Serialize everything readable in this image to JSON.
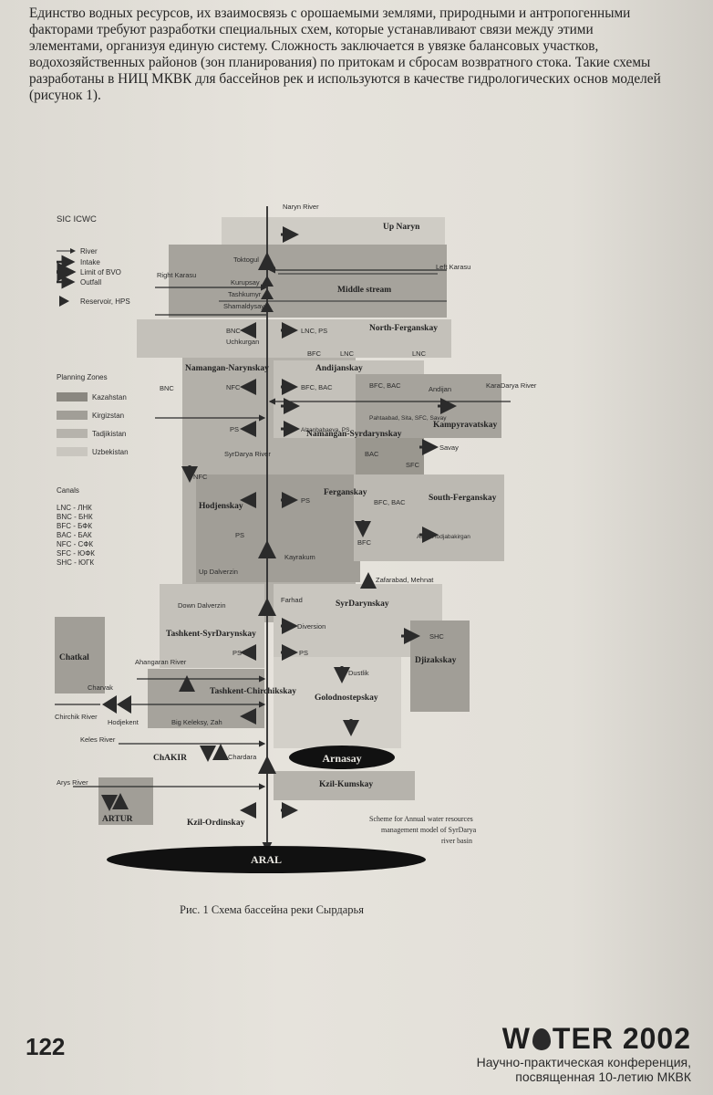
{
  "intro": {
    "lines": [
      "Единство водных ресурсов, их     взаимосвязь с орошаемыми землями,  природными и антропогенными",
      "факторами  требуют    разработки специальных схем,  которые устанавливают  связи между этими",
      "элементами, организуя единую систему. Сложность  заключается в увязке балансовых участков,",
      "водохозяйственных районов (зон планирования) по притокам и сбросам возвратного стока.  Такие схемы",
      "разработаны в НИЦ МКВК для бассейнов рек и используются в качестве гидрологических основ моделей",
      "(рисунок 1)."
    ]
  },
  "diagram": {
    "org": "SIC ICWC",
    "legend": {
      "items": [
        "River",
        "Intake",
        "Limit of BVO",
        "Outfall",
        "Reservoir, HPS"
      ]
    },
    "planning_zones": {
      "title": "Planning Zones",
      "items": [
        "Kazahstan",
        "Kirgizstan",
        "Tadjikistan",
        "Uzbekistan"
      ],
      "colors": [
        "#8a8780",
        "#a19e97",
        "#b6b3ac",
        "#c9c6bf"
      ]
    },
    "canals": {
      "title": "Canals",
      "items": [
        "LNC - ЛНК",
        "BNC - БНК",
        "BFC - БФК",
        "BAC - БАК",
        "NFC - СФК",
        "SFC - ЮФК",
        "SHC - ЮГК"
      ]
    },
    "zones": [
      "Up Naryn",
      "Middle stream",
      "North-Ferganskay",
      "Namangan-Narynskay",
      "Andijanskay",
      "Kampyravatskay",
      "Namangan-Syrdarynskay",
      "Ferganskay",
      "South-Ferganskay",
      "Hodjenskay",
      "SyrDarynskay",
      "Tashkent-SyrDarynskay",
      "Chatkal",
      "Djizakskay",
      "Tashkent-Chirchikskay",
      "Golodnostepskay",
      "ChAKIR",
      "ARTUR",
      "Kzil-Kumskay",
      "Kzil-Ordinskay"
    ],
    "reservoirs": [
      "Toktogul",
      "Kurupsay",
      "Tashkumyr",
      "Shamaldysay",
      "Kayrakum",
      "Farhad",
      "Charvak",
      "Hodjekent",
      "Chardara"
    ],
    "rivers": [
      "Naryn River",
      "Right Karasu",
      "Left Karasu",
      "KaraDarya River",
      "SyrDarya River",
      "Ahangaran River",
      "Chirchik River",
      "Keles River",
      "Arys River"
    ],
    "labels": [
      "BNC",
      "LNC, PS",
      "Uchkurgan",
      "BFC",
      "LNC",
      "LNC",
      "NFC",
      "BFC, BAC",
      "BFC, BAC",
      "Andijan",
      "Pahtaabad, Sita, SFC, Savay",
      "PS",
      "Alzanbabaeva, PS",
      "BAC",
      "Savay",
      "SFC",
      "NFC",
      "PS",
      "BFC, BAC",
      "PS",
      "BFC",
      "Arka, Hodjabakirgan",
      "Up Dalverzin",
      "Zafarabad, Mehnat",
      "Down Dalverzin",
      "Diversion",
      "SHC",
      "PS",
      "PS",
      "Dustlik",
      "Big Keleksy, Zah",
      "Scheme for Annual water resources",
      "management model of SyrDarya",
      "river basin",
      "BNC"
    ],
    "lakes": [
      "Arnasay",
      "ARAL"
    ]
  },
  "caption": "Рис. 1 Схема бассейна реки Сырдарья",
  "footer": {
    "page_number": "122",
    "brand": [
      "W",
      "TER 2002"
    ],
    "conference": [
      "Научно-практическая конференция,",
      "посвященная 10-летию МКВК"
    ]
  }
}
